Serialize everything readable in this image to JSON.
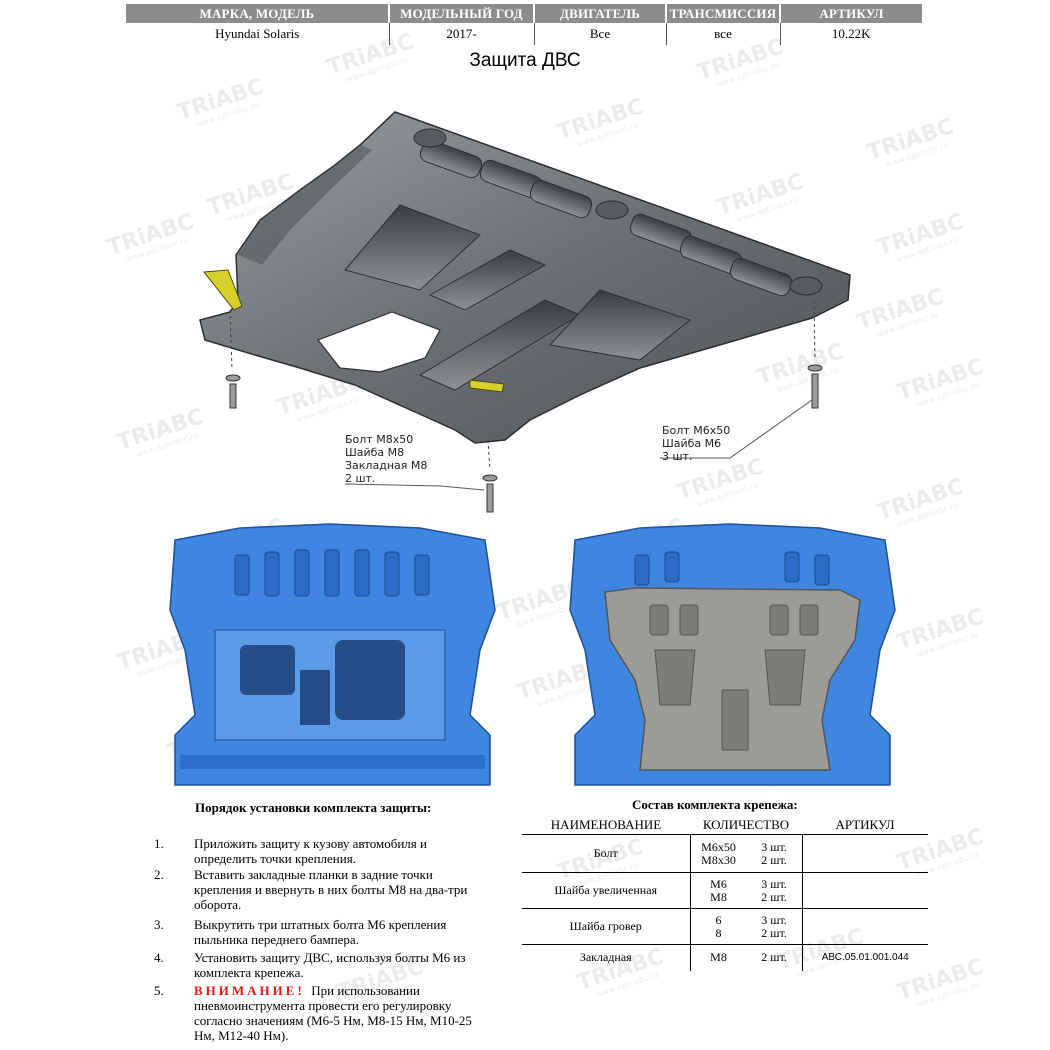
{
  "header": {
    "columns": [
      "МАРКА, МОДЕЛЬ",
      "МОДЕЛЬНЫЙ ГОД",
      "ДВИГАТЕЛЬ",
      "ТРАНСМИССИЯ",
      "АРТИКУЛ"
    ],
    "values": [
      "Hyundai Solaris",
      "2017-",
      "Все",
      "все",
      "10.22K"
    ]
  },
  "title": "Защита ДВС",
  "callouts": {
    "left": [
      "Болт М8х50",
      "Шайба М8",
      "Закладная М8",
      "2 шт."
    ],
    "right": [
      "Болт М6х50",
      "Шайба М6",
      "3 шт."
    ]
  },
  "watermark": {
    "brand": "TRiАВС",
    "url": "www.aptriabc.ru"
  },
  "instructions": {
    "title": "Порядок установки комплекта защиты:",
    "steps": [
      {
        "num": "1.",
        "text": "Приложить защиту к кузову автомобиля и определить точки крепления."
      },
      {
        "num": "2.",
        "text": "Вставить закладные планки в задние точки крепления и ввернуть в них болты М8 на два-три оборота."
      },
      {
        "num": "3.",
        "text": "Выкрутить три штатных болта М6 крепления пыльника переднего бампера."
      },
      {
        "num": "4.",
        "text": "Установить защиту ДВС, используя болты М6 из комплекта крепежа."
      },
      {
        "num": "5.",
        "warning": "ВНИМАНИЕ!",
        "text": "При использовании пневмоинструмента провести его регулировку согласно значениям (М6-5 Нм, М8-15 Нм, М10-25 Нм, М12-40 Нм)."
      }
    ]
  },
  "parts": {
    "title": "Состав комплекта крепежа:",
    "columns": [
      "НАИМЕНОВАНИЕ",
      "КОЛИЧЕСТВО",
      "АРТИКУЛ"
    ],
    "rows": [
      {
        "name": "Болт",
        "size": [
          "М6х50",
          "М8х30"
        ],
        "qty": [
          "3 шт.",
          "2 шт."
        ],
        "article": ""
      },
      {
        "name": "Шайба увеличенная",
        "size": [
          "М6",
          "М8"
        ],
        "qty": [
          "3 шт.",
          "2 шт."
        ],
        "article": ""
      },
      {
        "name": "Шайба гровер",
        "size": [
          "6",
          "8"
        ],
        "qty": [
          "3 шт.",
          "2 шт."
        ],
        "article": ""
      },
      {
        "name": "Закладная",
        "size": [
          "М8"
        ],
        "qty": [
          "2 шт."
        ],
        "article": "АВС.05.01.001.044"
      }
    ]
  },
  "colors": {
    "header_bg": "#8c8c8c",
    "plate": "#6f7378",
    "car_blue": "#3f86e0",
    "warning": "#e0191b"
  }
}
